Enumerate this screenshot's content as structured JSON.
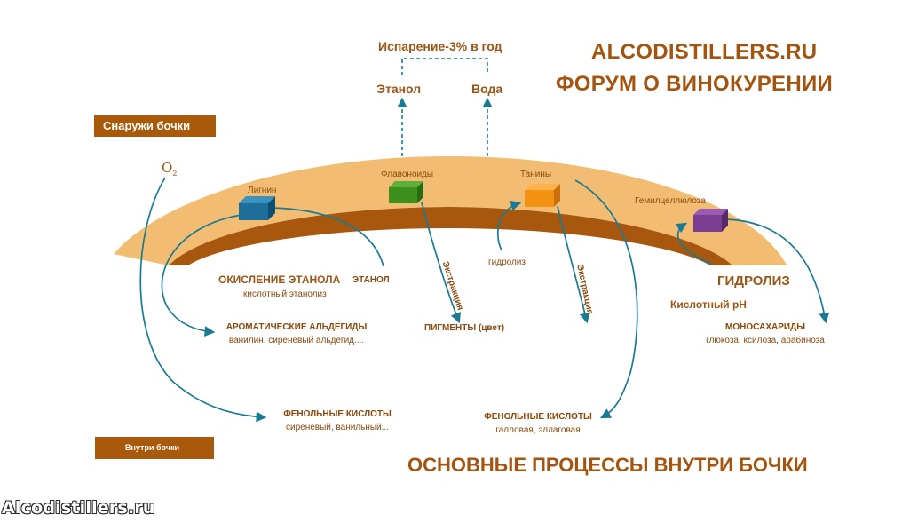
{
  "header": {
    "title_line1": "ALCODISTILLERS.RU",
    "title_line2": "ФОРУМ О ВИНОКУРЕНИИ"
  },
  "evaporation": {
    "label": "Испарение-3% в год",
    "ethanol": "Этанол",
    "water": "Вода"
  },
  "labels": {
    "outside": "Снаружи бочки",
    "inside": "Внутри бочки",
    "oxygen": "O",
    "oxygen_sub": "2"
  },
  "components": {
    "lignin": "Лигнин",
    "flavonoids": "Флавоноиды",
    "tannins": "Танины",
    "hemicellulose": "Гемилцеллюлоза"
  },
  "processes": {
    "ethanol_oxidation": "ОКИСЛЕНИЕ ЭТАНОЛА",
    "acid_ethanolysis": "кислотный этанолиз",
    "ethanol": "ЭТАНОЛ",
    "extraction_1": "Экстракция",
    "extraction_2": "Экстракция",
    "hydrolysis_small": "гидролиз",
    "hydrolysis_big": "ГИДРОЛИЗ",
    "acidic_ph": "Кислотный pH"
  },
  "products": {
    "aromatic_title": "АРОМАТИЧЕСКИЕ АЛЬДЕГИДЫ",
    "aromatic_detail": "ванилин, сиреневый альдегид....",
    "pigments": "ПИГМЕНТЫ (цвет)",
    "mono_title": "МОНОСАХАРИДЫ",
    "mono_detail": "глюкоза, ксилоза, арабиноза",
    "phenolic1_title": "ФЕНОЛЬНЫЕ КИСЛОТЫ",
    "phenolic1_detail": "сиреневый, ванильный...",
    "phenolic2_title": "ФЕНОЛЬНЫЕ КИСЛОТЫ",
    "phenolic2_detail": "галловая, эллаговая"
  },
  "footer": {
    "main_title": "ОСНОВНЫЕ ПРОЦЕССЫ ВНУТРИ БОЧКИ",
    "watermark": "Alcodistillers.ru"
  },
  "colors": {
    "stave_outer": "#f2bd72",
    "stave_inner": "#a8570e",
    "label_box": "#a85a0a",
    "arrow": "#1b7a93",
    "text": "#9c5514",
    "lignin_cube": "#1d6f9a",
    "flavonoid_cube": "#3f8f1f",
    "tannin_cube": "#f39212",
    "hemicellulose_cube": "#7a3d91"
  },
  "icons": [
    "lignin-cube-icon",
    "flavonoid-cube-icon",
    "tannin-cube-icon",
    "hemicellulose-cube-icon"
  ]
}
